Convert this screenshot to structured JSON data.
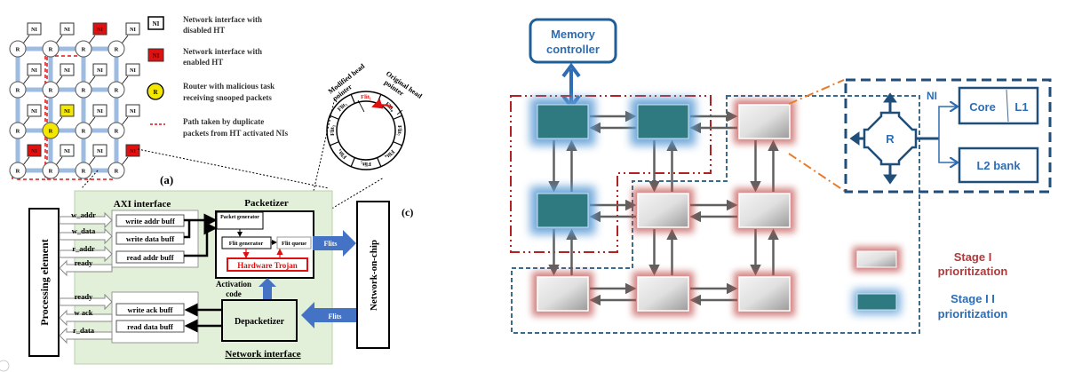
{
  "left_figure": {
    "mesh": {
      "router_label": "R",
      "ni_label": "NI",
      "subfigure_label": "(a)"
    },
    "legend": [
      {
        "icon": "ni-disabled-box",
        "line1": "Network interface with",
        "line2": "disabled HT"
      },
      {
        "icon": "ni-enabled-box",
        "line1": "Network interface with",
        "line2": "enabled HT"
      },
      {
        "icon": "malicious-router-circle",
        "line1": "Router with malicious task",
        "line2": "receiving snooped packets"
      },
      {
        "icon": "dashed-path-line",
        "line1": "Path taken by duplicate",
        "line2": "packets from HT activated NIs"
      }
    ],
    "ring": {
      "modified_label_1": "Modified head",
      "modified_label_2": "pointer",
      "original_label_1": "Original head",
      "original_label_2": "pointer",
      "flits": [
        "Flit₁",
        "Flit₀",
        "Flit₇",
        "Flit₆",
        "Flit₅",
        "Flit₄",
        "Flit₃",
        "Flit₂"
      ]
    },
    "processing_element": "Processing element",
    "axi_title": "AXI interface",
    "signals_top": [
      "w_addr",
      "w_data",
      "r_addr",
      "ready"
    ],
    "signals_bottom": [
      "ready",
      "w ack",
      "r_data"
    ],
    "buffers_top": [
      "write addr buff",
      "write data buff",
      "read addr buff"
    ],
    "buffers_bottom": [
      "write ack buff",
      "read data buff"
    ],
    "packetizer_title": "Packetizer",
    "packet_generator": "Packet generator",
    "flit_generator": "Flit generator",
    "flit_queue": "Flit queue",
    "hardware_trojan": "Hardware Trojan",
    "activation_code_1": "Activation",
    "activation_code_2": "code",
    "depacketizer": "Depacketizer",
    "flits_out": "Flits",
    "flits_in": "Flits",
    "network_on_chip": "Network-on-chip",
    "network_interface_title": "Network interface",
    "subfigure_c": "(c)"
  },
  "right_figure": {
    "memory_controller_1": "Memory",
    "memory_controller_2": "controller",
    "ni_detail": {
      "router": "R",
      "ni": "NI",
      "core": "Core",
      "l1": "L1",
      "l2": "L2 bank"
    },
    "legend": [
      {
        "line1": "Stage I",
        "line2": "prioritization",
        "color": "#b03a3a"
      },
      {
        "line1": "Stage I I",
        "line2": "prioritization",
        "color": "#2e6db4"
      }
    ]
  },
  "colors": {
    "teal_node": "#2f7a80",
    "blue_glow": "#5b9bd5",
    "red_glow": "#c0504d",
    "ht_red": "#e01010",
    "router_yellow": "#f5e800",
    "ni_green_bg": "#e2efd9",
    "flit_arrow_blue": "#4472c4",
    "dark_blue": "#1f4e79"
  }
}
